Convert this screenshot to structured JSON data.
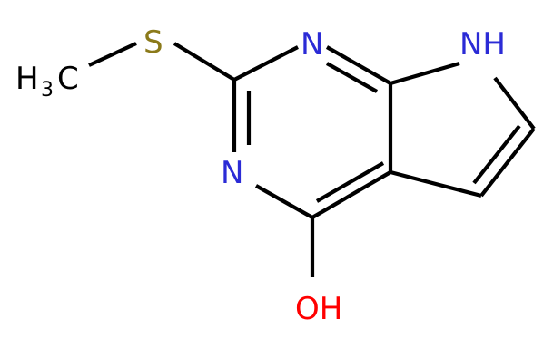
{
  "molecule": {
    "atoms": {
      "s": {
        "text": "S",
        "color": "#8b7a1a"
      },
      "ch3_main": {
        "text": "H",
        "color": "#000000"
      },
      "ch3_sub": {
        "text": "3",
        "color": "#000000"
      },
      "ch3_c": {
        "text": "C",
        "color": "#000000"
      },
      "n1": {
        "text": "N",
        "color": "#2b2bd6"
      },
      "n3": {
        "text": "N",
        "color": "#2b2bd6"
      },
      "n7": {
        "text": "NH",
        "color": "#2b2bd6"
      },
      "oh": {
        "text": "OH",
        "color": "#ff0000"
      }
    }
  }
}
